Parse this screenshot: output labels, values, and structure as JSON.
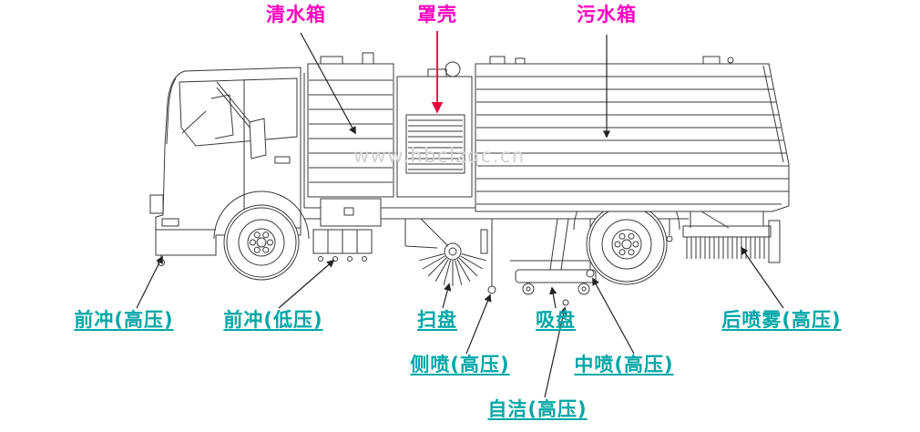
{
  "diagram": {
    "watermark": "www.hbclzqc.cn",
    "colors": {
      "top_label": "#ff00bf",
      "bottom_label": "#00a6a6",
      "line_art": "#3a3a3a",
      "red_arrow": "#e60039"
    },
    "top_labels": [
      {
        "id": "clean-water-tank",
        "label": "清水箱"
      },
      {
        "id": "cover-shell",
        "label": "罩壳"
      },
      {
        "id": "sewage-tank",
        "label": "污水箱"
      }
    ],
    "bottom_labels": [
      {
        "id": "front-flush-high",
        "label": "前冲(高压)"
      },
      {
        "id": "front-flush-low",
        "label": "前冲(低压)"
      },
      {
        "id": "sweep-disc",
        "label": "扫盘"
      },
      {
        "id": "suction-plate",
        "label": "吸盘"
      },
      {
        "id": "rear-spray-high",
        "label": "后喷雾(高压)"
      },
      {
        "id": "side-spray-high",
        "label": "侧喷(高压)"
      },
      {
        "id": "mid-spray-high",
        "label": "中喷(高压)"
      },
      {
        "id": "self-clean-high",
        "label": "自洁(高压)"
      }
    ]
  }
}
